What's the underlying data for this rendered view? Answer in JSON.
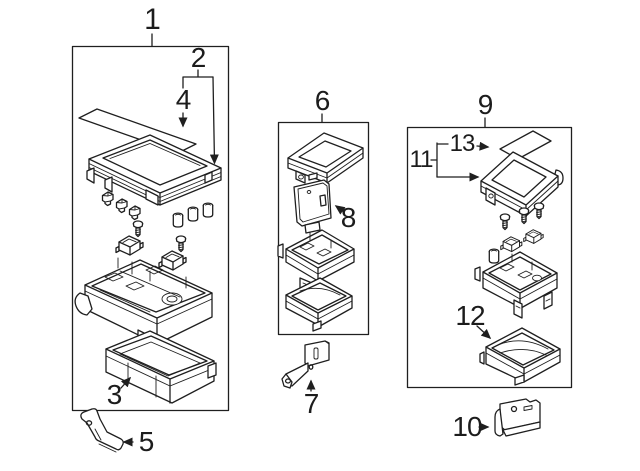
{
  "diagram": {
    "type": "exploded-parts-diagram",
    "colors": {
      "line": "#1f1f1f",
      "background": "#ffffff"
    },
    "callouts": {
      "c1": "1",
      "c2": "2",
      "c3": "3",
      "c4": "4",
      "c5": "5",
      "c6": "6",
      "c7": "7",
      "c8": "8",
      "c9": "9",
      "c10": "10",
      "c11": "11",
      "c12": "12",
      "c13": "13"
    }
  }
}
